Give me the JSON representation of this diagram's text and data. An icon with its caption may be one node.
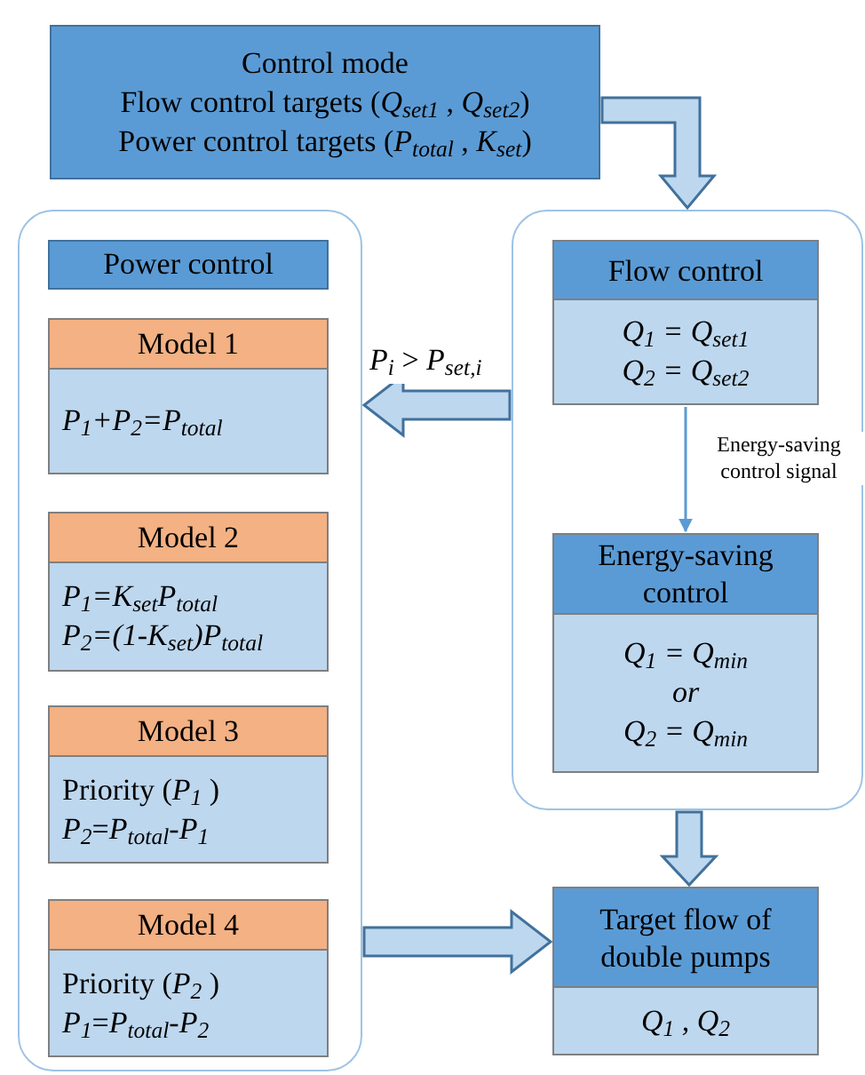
{
  "diagram": {
    "nodes": [
      {
        "text": [
          "Control mode",
          "Flow control targets (*Q*$_{set1}$ , *Q*$_{set2}$)",
          "Power control targets (*P*$_{total}$ , *K*$_{set}$)"
        ]
      },
      {
        "text": [],
        "shape": "box"
      },
      {
        "text": [
          "Power control"
        ],
        "in": 1
      },
      {
        "text": [
          "Model 1",
          "P$_{1}$+P$_{2}$=P$_{total}$"
        ],
        "in": 1
      },
      {
        "text": [
          "Model 2",
          "P$_{1}$=K$_{set}$P$_{total}$",
          "P$_{2}$=(1-K$_{set}$)P$_{total}$"
        ],
        "in": 1
      },
      {
        "text": [
          "Model 3",
          "Priority (*P*$_{1}$ )",
          "*P*$_{2}$=*P*$_{total}$-*P*$_{1}$"
        ],
        "in": 1
      },
      {
        "text": [
          "Model 4",
          "Priority (*P*$_{2}$ )",
          "*P*$_{1}$=*P*$_{total}$-*P*$_{2}$"
        ],
        "in": 1
      },
      {
        "text": [],
        "shape": "box"
      },
      {
        "text": [
          "Flow control",
          "Q$_{1}$ = Q$_{set1}$",
          "Q$_{2}$ = Q$_{set2}$"
        ],
        "in": 7
      },
      {
        "text": [
          "Energy-saving control",
          "Q$_{1}$ = Q$_{min}$",
          "or",
          "Q$_{2}$ = Q$_{min}$"
        ],
        "in": 7
      },
      {
        "text": [
          "Target flow of double pumps",
          "Q$_{1}$ , Q$_{2}$"
        ]
      }
    ],
    "edges": [
      {
        "from": 0,
        "to": 7,
        "arrow": "to",
        "style": "thick"
      },
      {
        "from": 7,
        "to": 1,
        "arrow": "to",
        "style": "thick",
        "label": "*P*$_{i}$ > *P*$_{set,i}$"
      },
      {
        "from": 8,
        "to": 9,
        "arrow": "to",
        "label": "Energy-saving control signal",
        "color": "#5b9bd5"
      },
      {
        "from": 7,
        "to": 10,
        "arrow": "to",
        "style": "thick"
      },
      {
        "from": 1,
        "to": 10,
        "arrow": "to",
        "style": "thick"
      }
    ]
  }
}
